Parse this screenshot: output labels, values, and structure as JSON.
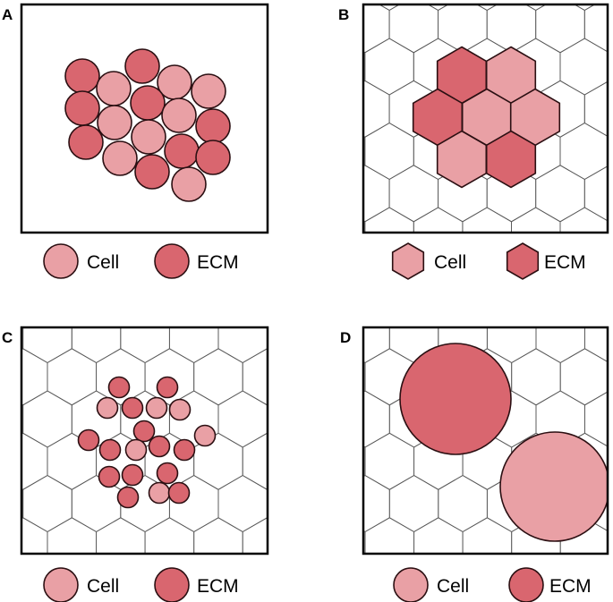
{
  "colors": {
    "cell": "#e9a0a5",
    "ecm": "#d9666f",
    "outline": "#2b0f12",
    "grid_line": "#5a5a5a",
    "frame": "#000000"
  },
  "panels": [
    {
      "letter": "A",
      "description_shape": "circle",
      "legend": {
        "cell_label": "Cell",
        "ecm_label": "ECM"
      }
    },
    {
      "letter": "B",
      "description_shape": "hexagon",
      "legend": {
        "cell_label": "Cell",
        "ecm_label": "ECM"
      }
    },
    {
      "letter": "C",
      "description_shape": "circle",
      "legend": {
        "cell_label": "Cell",
        "ecm_label": "ECM"
      }
    },
    {
      "letter": "D",
      "description_shape": "circle",
      "legend": {
        "cell_label": "Cell",
        "ecm_label": "ECM"
      }
    }
  ]
}
